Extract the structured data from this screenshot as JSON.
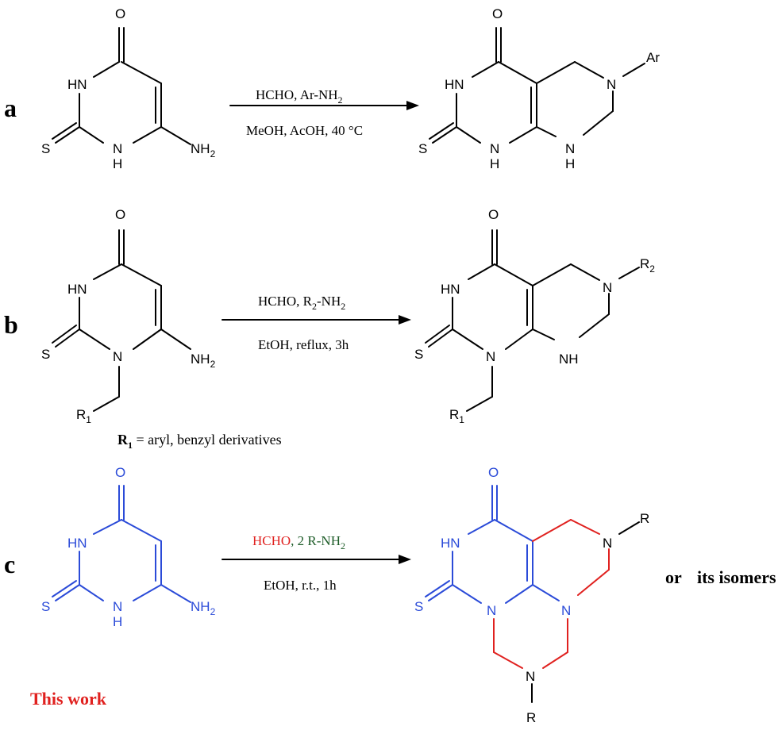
{
  "colors": {
    "black": "#000000",
    "blue": "#2b4bd8",
    "red": "#e0211f",
    "green": "#1d5c28"
  },
  "rows": [
    {
      "label": "a",
      "reagent_parts": [
        "HCHO, Ar-NH",
        "2"
      ],
      "conditions": "MeOH, AcOH, 40 °C"
    },
    {
      "label": "b",
      "reagent_parts": [
        "HCHO, R",
        "2",
        "-NH",
        "2"
      ],
      "conditions": "EtOH, reflux, 3h",
      "note_bold": "R",
      "note_sub": "1",
      "note_text": " = aryl, benzyl derivatives"
    },
    {
      "label": "c",
      "reagent_parts": [
        "HCHO",
        ", 2 R-NH",
        "2"
      ],
      "conditions": "EtOH, r.t., 1h",
      "or_text": "or",
      "isomers_text": "its isomers",
      "this_work": "This work"
    }
  ],
  "atoms": {
    "O": "O",
    "HN": "HN",
    "S": "S",
    "N": "N",
    "H": "H",
    "NH": "NH",
    "NH2_main": "NH",
    "sub2": "2",
    "Ar": "Ar",
    "R": "R",
    "R1_main": "R",
    "R2_main": "R",
    "sub1": "1"
  }
}
